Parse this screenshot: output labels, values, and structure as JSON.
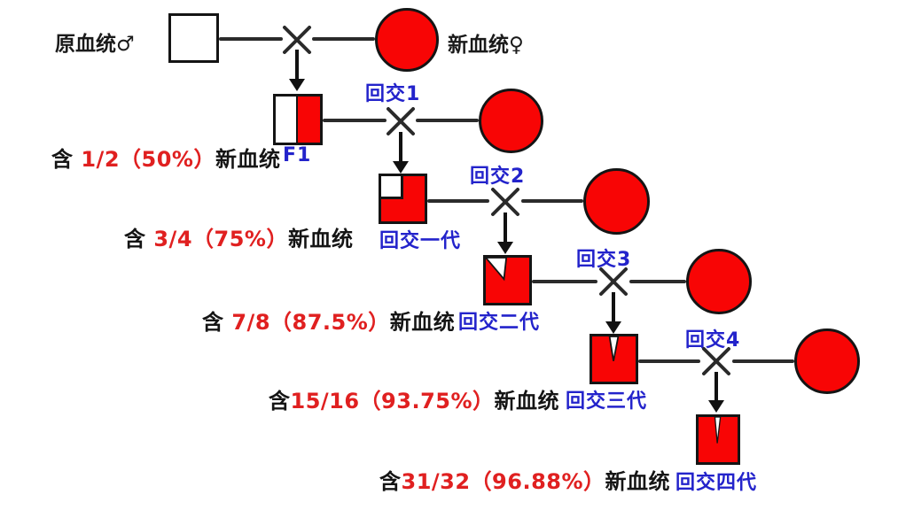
{
  "colors": {
    "shape_red": "#f80505",
    "label_blue": "#2323cb",
    "value_red": "#e02020",
    "text_black": "#151515"
  },
  "parents": {
    "father": "原血统♂",
    "mother": "新血统♀"
  },
  "cross_labels": [
    "回交1",
    "回交2",
    "回交3",
    "回交4"
  ],
  "generations": [
    {
      "label": "F1",
      "caption_prefix": "含 ",
      "caption_value": "1/2（50%）",
      "caption_suffix": "新血统"
    },
    {
      "label": "回交一代",
      "caption_prefix": "含 ",
      "caption_value": "3/4（75%）",
      "caption_suffix": "新血统"
    },
    {
      "label": "回交二代",
      "caption_prefix": "含 ",
      "caption_value": "7/8（87.5%）",
      "caption_suffix": "新血统"
    },
    {
      "label": "回交三代",
      "caption_prefix": "含",
      "caption_value": "15/16（93.75%）",
      "caption_suffix": "新血统"
    },
    {
      "label": "回交四代",
      "caption_prefix": "含",
      "caption_value": "31/32（96.88%）",
      "caption_suffix": "新血统"
    }
  ]
}
